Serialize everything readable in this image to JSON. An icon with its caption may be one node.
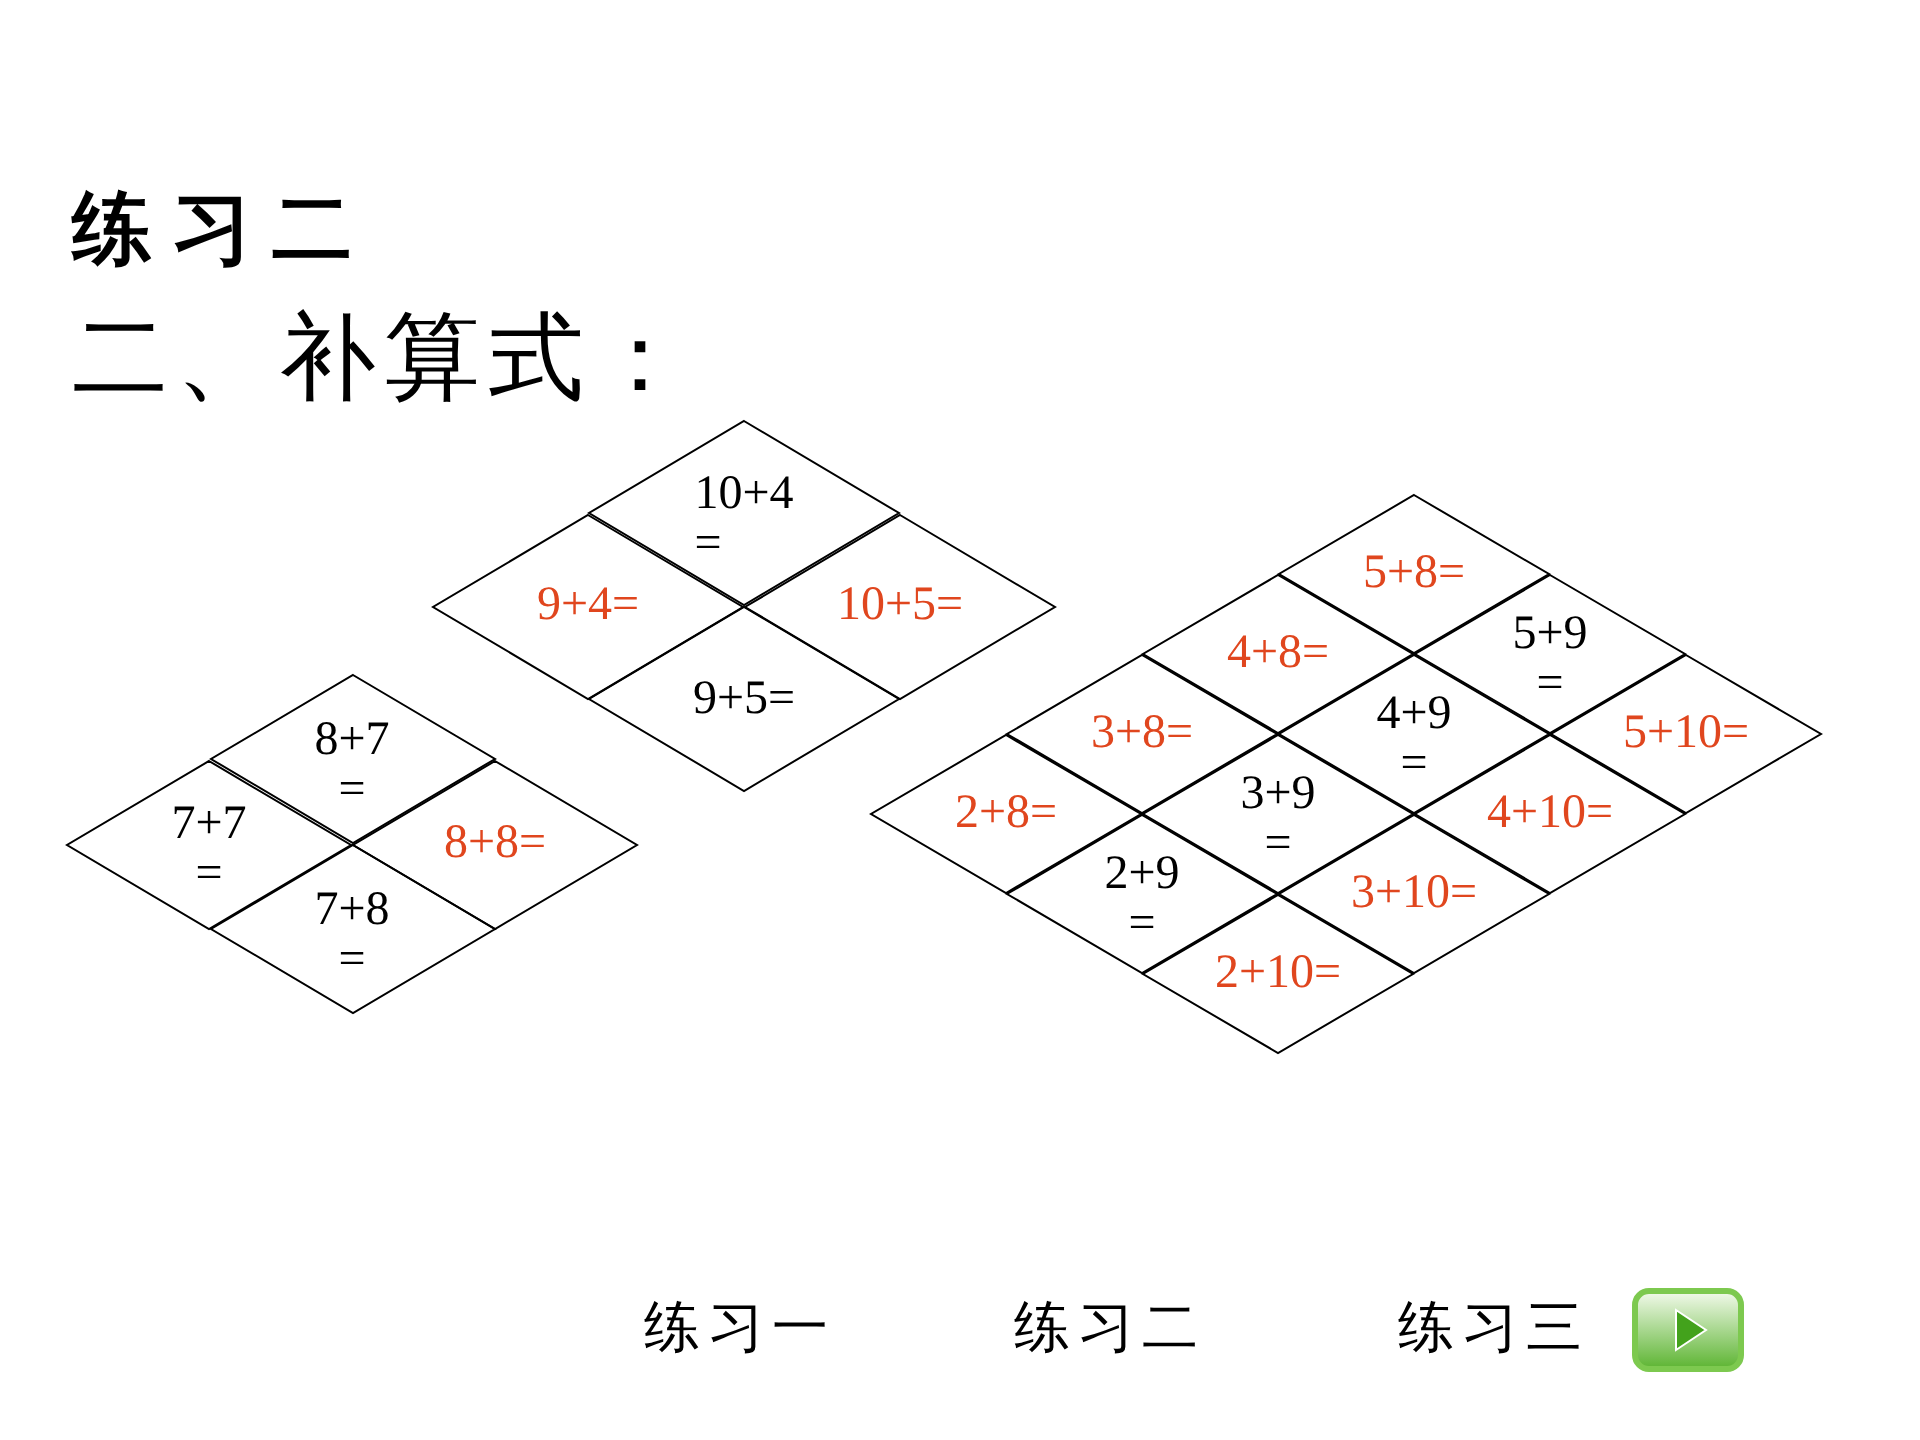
{
  "diagram": {
    "title": "练习二",
    "nodes": [
      {
        "text": [
          "10+4 ="
        ]
      },
      {
        "text": [
          "9+4="
        ]
      },
      {
        "text": [
          "10+5="
        ]
      },
      {
        "text": [
          "9+5="
        ]
      },
      {
        "text": [
          "8+7 ="
        ]
      },
      {
        "text": [
          "7+7 ="
        ]
      },
      {
        "text": [
          "8+8="
        ]
      },
      {
        "text": [
          "7+8 ="
        ]
      },
      {
        "text": [
          "5+8="
        ]
      },
      {
        "text": [
          "4+8="
        ]
      },
      {
        "text": [
          "5+9 ="
        ]
      },
      {
        "text": [
          "3+8="
        ]
      },
      {
        "text": [
          "4+9 ="
        ]
      },
      {
        "text": [
          "5+10="
        ]
      },
      {
        "text": [
          "2+8="
        ]
      },
      {
        "text": [
          "3+9 ="
        ]
      },
      {
        "text": [
          "4+10="
        ]
      },
      {
        "text": [
          "2+9 ="
        ]
      },
      {
        "text": [
          "3+10="
        ]
      },
      {
        "text": [
          "2+10="
        ]
      }
    ],
    "labels": [
      "二、补算式：",
      "练习一",
      "练习二",
      "练习三"
    ]
  }
}
